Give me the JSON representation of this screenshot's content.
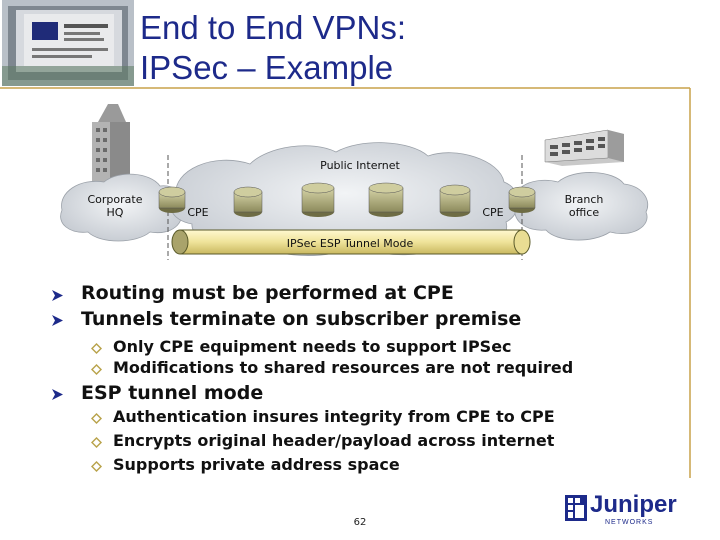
{
  "title": {
    "line1": "End to End VPNs:",
    "line2": "IPSec – Example"
  },
  "diagram": {
    "cloud_label": "Public Internet",
    "left_site_label_1": "Corporate",
    "left_site_label_2": "HQ",
    "right_site_label_1": "Branch",
    "right_site_label_2": "office",
    "left_router_label": "CPE",
    "right_router_label": "CPE",
    "tunnel_label": "IPSec ESP Tunnel Mode"
  },
  "bullets": [
    {
      "text": "Routing must be performed at CPE",
      "sub": []
    },
    {
      "text": "Tunnels terminate on subscriber premise",
      "sub": [
        "Only CPE equipment needs to support IPSec",
        "Modifications to shared resources are not required"
      ]
    },
    {
      "text": "ESP tunnel mode",
      "sub": [
        "Authentication insures integrity from CPE to CPE",
        "Encrypts original header/payload across internet",
        "Supports private address space"
      ]
    }
  ],
  "page_number": "62",
  "logo": {
    "text": "Juniper",
    "subtext": "NETWORKS"
  },
  "colors": {
    "title": "#1d2a8a",
    "frame": "#c9a24a",
    "bullet_arrow": "#1d2a8a",
    "sub_bullet": "#b8a24a",
    "tunnel": "#f3eab0",
    "cloud": "#d9dde3"
  }
}
